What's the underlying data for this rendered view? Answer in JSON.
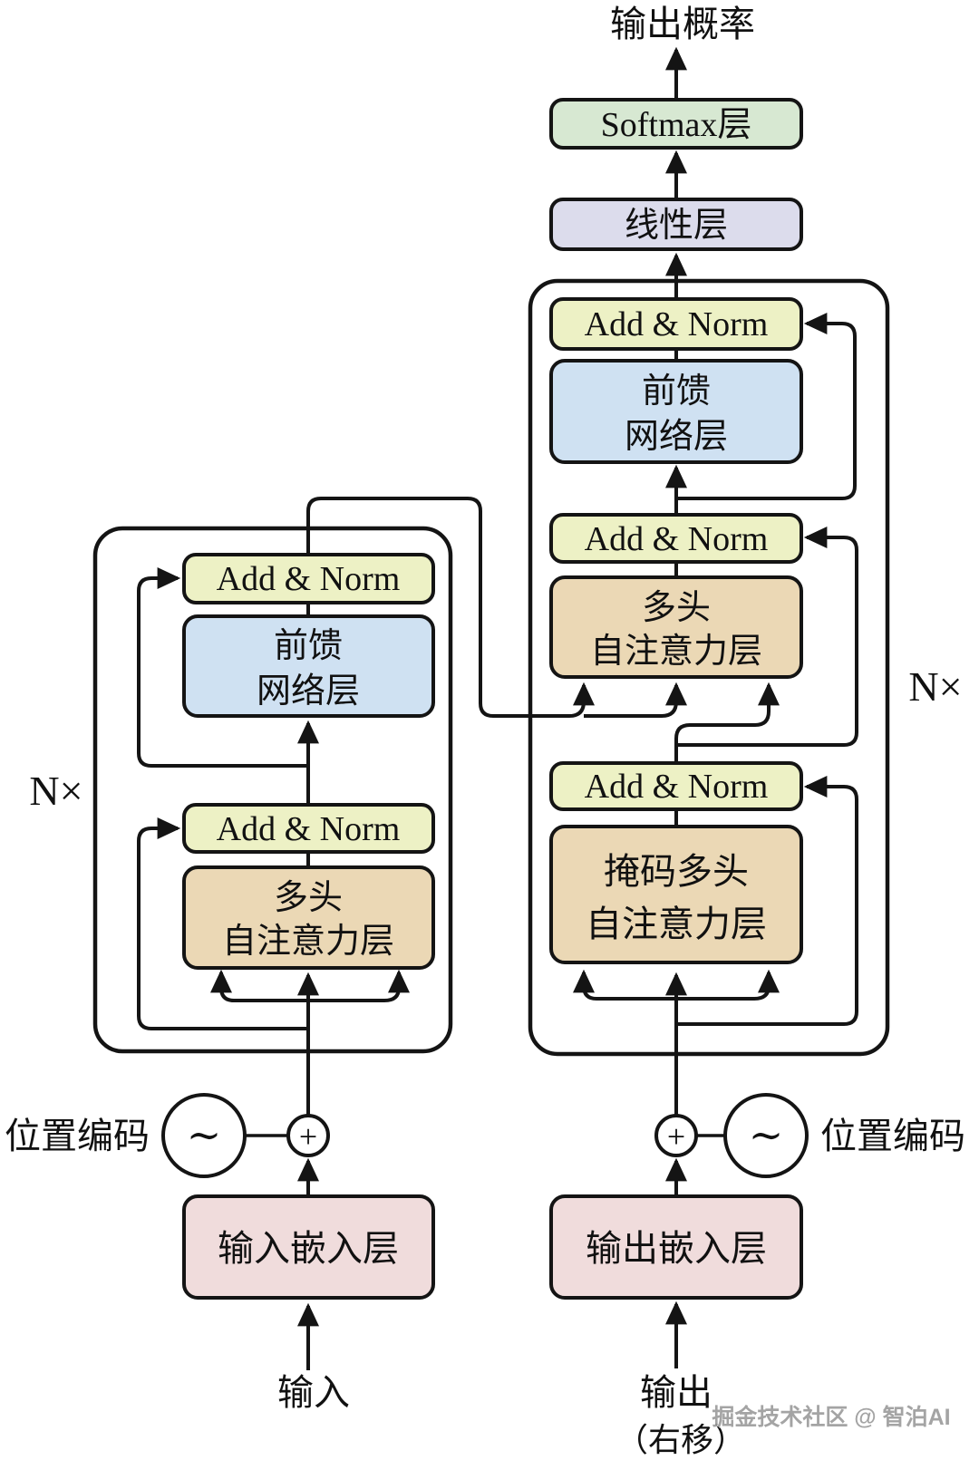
{
  "diagram": {
    "title": "输出概率",
    "n_label": "N×",
    "watermark": "掘金技术社区 @ 智泊AI",
    "blocks": {
      "softmax": "Softmax层",
      "linear": "线性层",
      "add_norm": "Add & Norm",
      "ffn_line1": "前馈",
      "ffn_line2": "网络层",
      "mha_line1": "多头",
      "mha_line2": "自注意力层",
      "masked_line1": "掩码多头",
      "masked_line2": "自注意力层",
      "input_embedding": "输入嵌入层",
      "output_embedding": "输出嵌入层"
    },
    "labels": {
      "pos_enc": "位置编码",
      "input": "输入",
      "output": "输出",
      "output_shifted": "（右移）",
      "plus": "+",
      "sine": "∼"
    },
    "colors": {
      "add_norm": "#edf1c5",
      "ffn": "#cfe1f2",
      "attention": "#ebd8b5",
      "softmax": "#d7e8d2",
      "linear": "#dcdcec",
      "embedding": "#f0dcdc",
      "border": "#141414",
      "background": "#ffffff"
    }
  }
}
